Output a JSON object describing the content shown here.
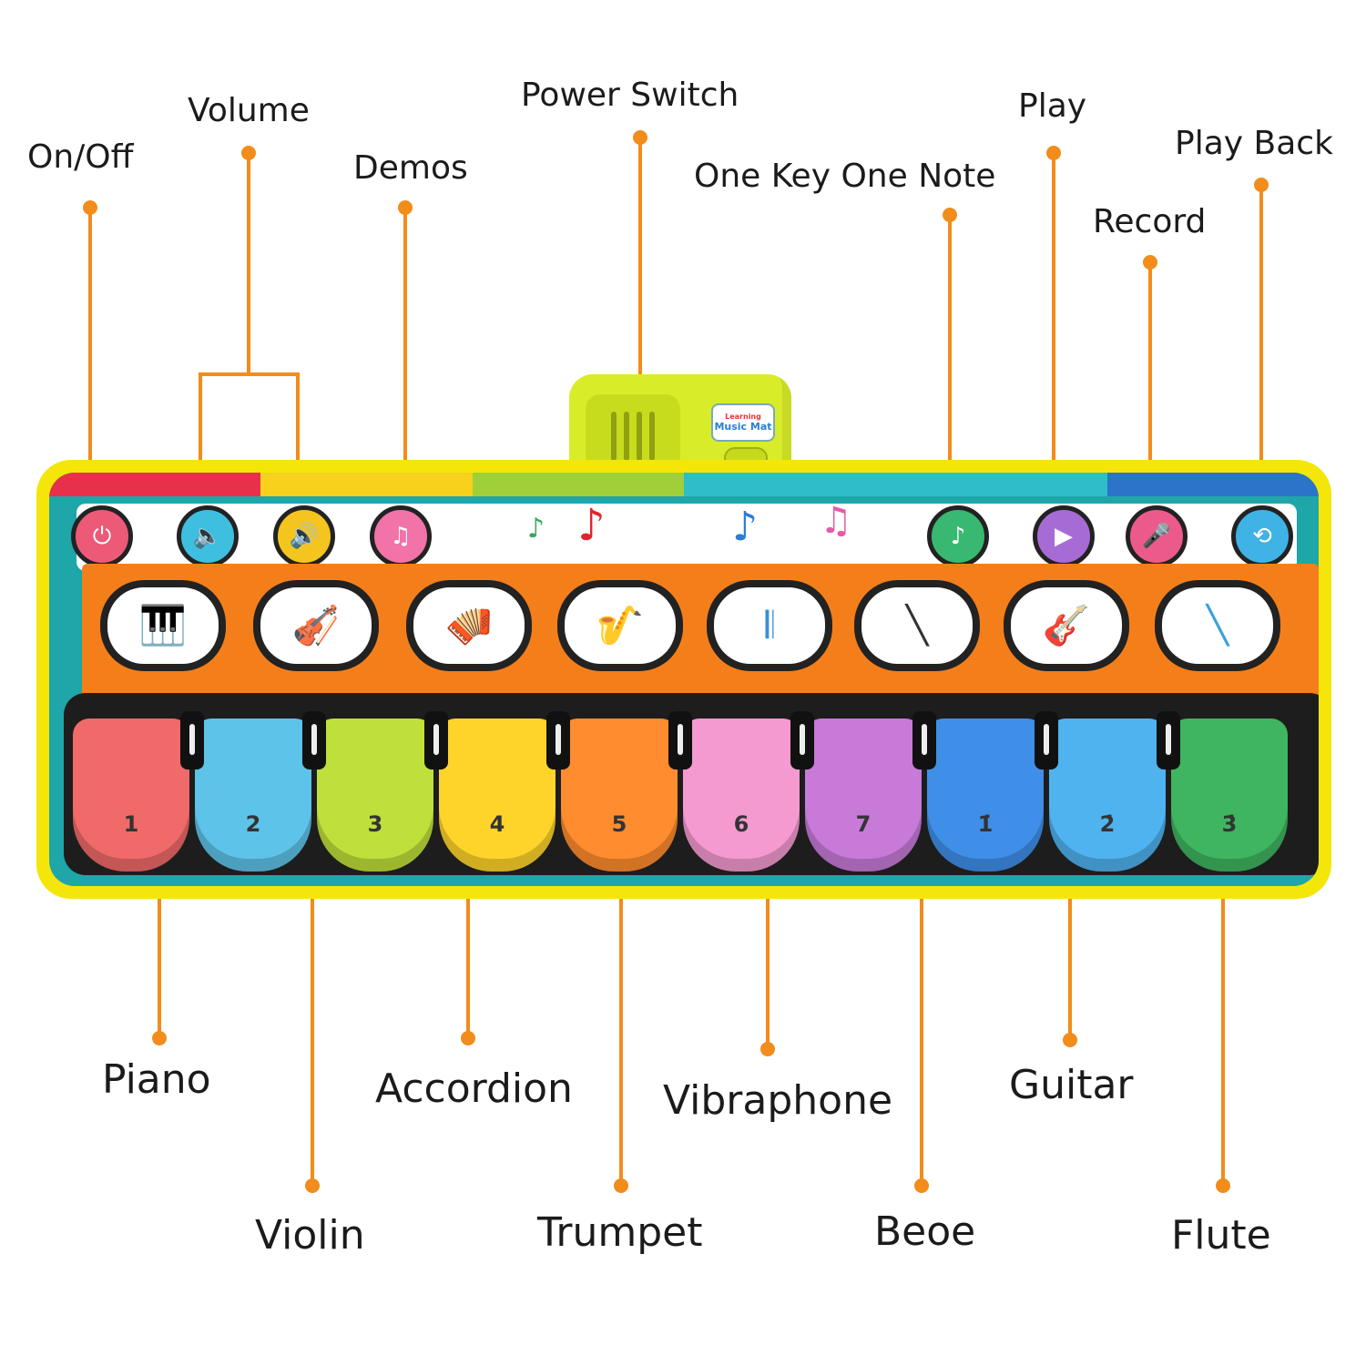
{
  "labels": {
    "on_off": "On/Off",
    "volume": "Volume",
    "demos": "Demos",
    "power_switch": "Power Switch",
    "one_key_one_note": "One Key One Note",
    "play": "Play",
    "play_back": "Play Back",
    "record": "Record",
    "piano": "Piano",
    "violin": "Violin",
    "accordion": "Accordion",
    "trumpet": "Trumpet",
    "vibraphone": "Vibraphone",
    "beoe": "Beoe",
    "guitar": "Guitar",
    "flute": "Flute"
  },
  "speaker_badge": {
    "line1": "Learning",
    "line2": "Music Mat"
  },
  "keys": [
    {
      "num": "1",
      "color": "#f06a6a"
    },
    {
      "num": "2",
      "color": "#5ec3e8"
    },
    {
      "num": "3",
      "color": "#bfe03a"
    },
    {
      "num": "4",
      "color": "#ffd42a"
    },
    {
      "num": "5",
      "color": "#ff8c2e"
    },
    {
      "num": "6",
      "color": "#f59ad0"
    },
    {
      "num": "7",
      "color": "#c77ad8"
    },
    {
      "num": "1̇",
      "color": "#3f8fe8"
    },
    {
      "num": "2̇",
      "color": "#4fb3ef"
    },
    {
      "num": "3̇",
      "color": "#3fb560"
    }
  ],
  "colors": {
    "callout": "#f28c1b",
    "mat_border": "#f5e60a",
    "panel": "#f47f1a"
  }
}
